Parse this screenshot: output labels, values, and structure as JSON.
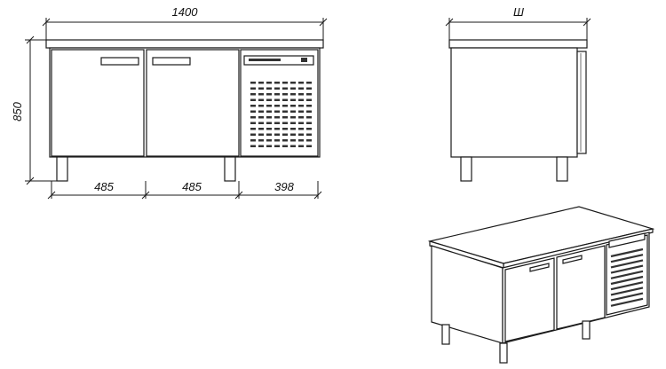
{
  "front_view": {
    "width_label": "1400",
    "height_label": "850",
    "section_labels": [
      "485",
      "485",
      "398"
    ]
  },
  "side_view": {
    "depth_label": "Ш"
  },
  "perspective_view": {}
}
